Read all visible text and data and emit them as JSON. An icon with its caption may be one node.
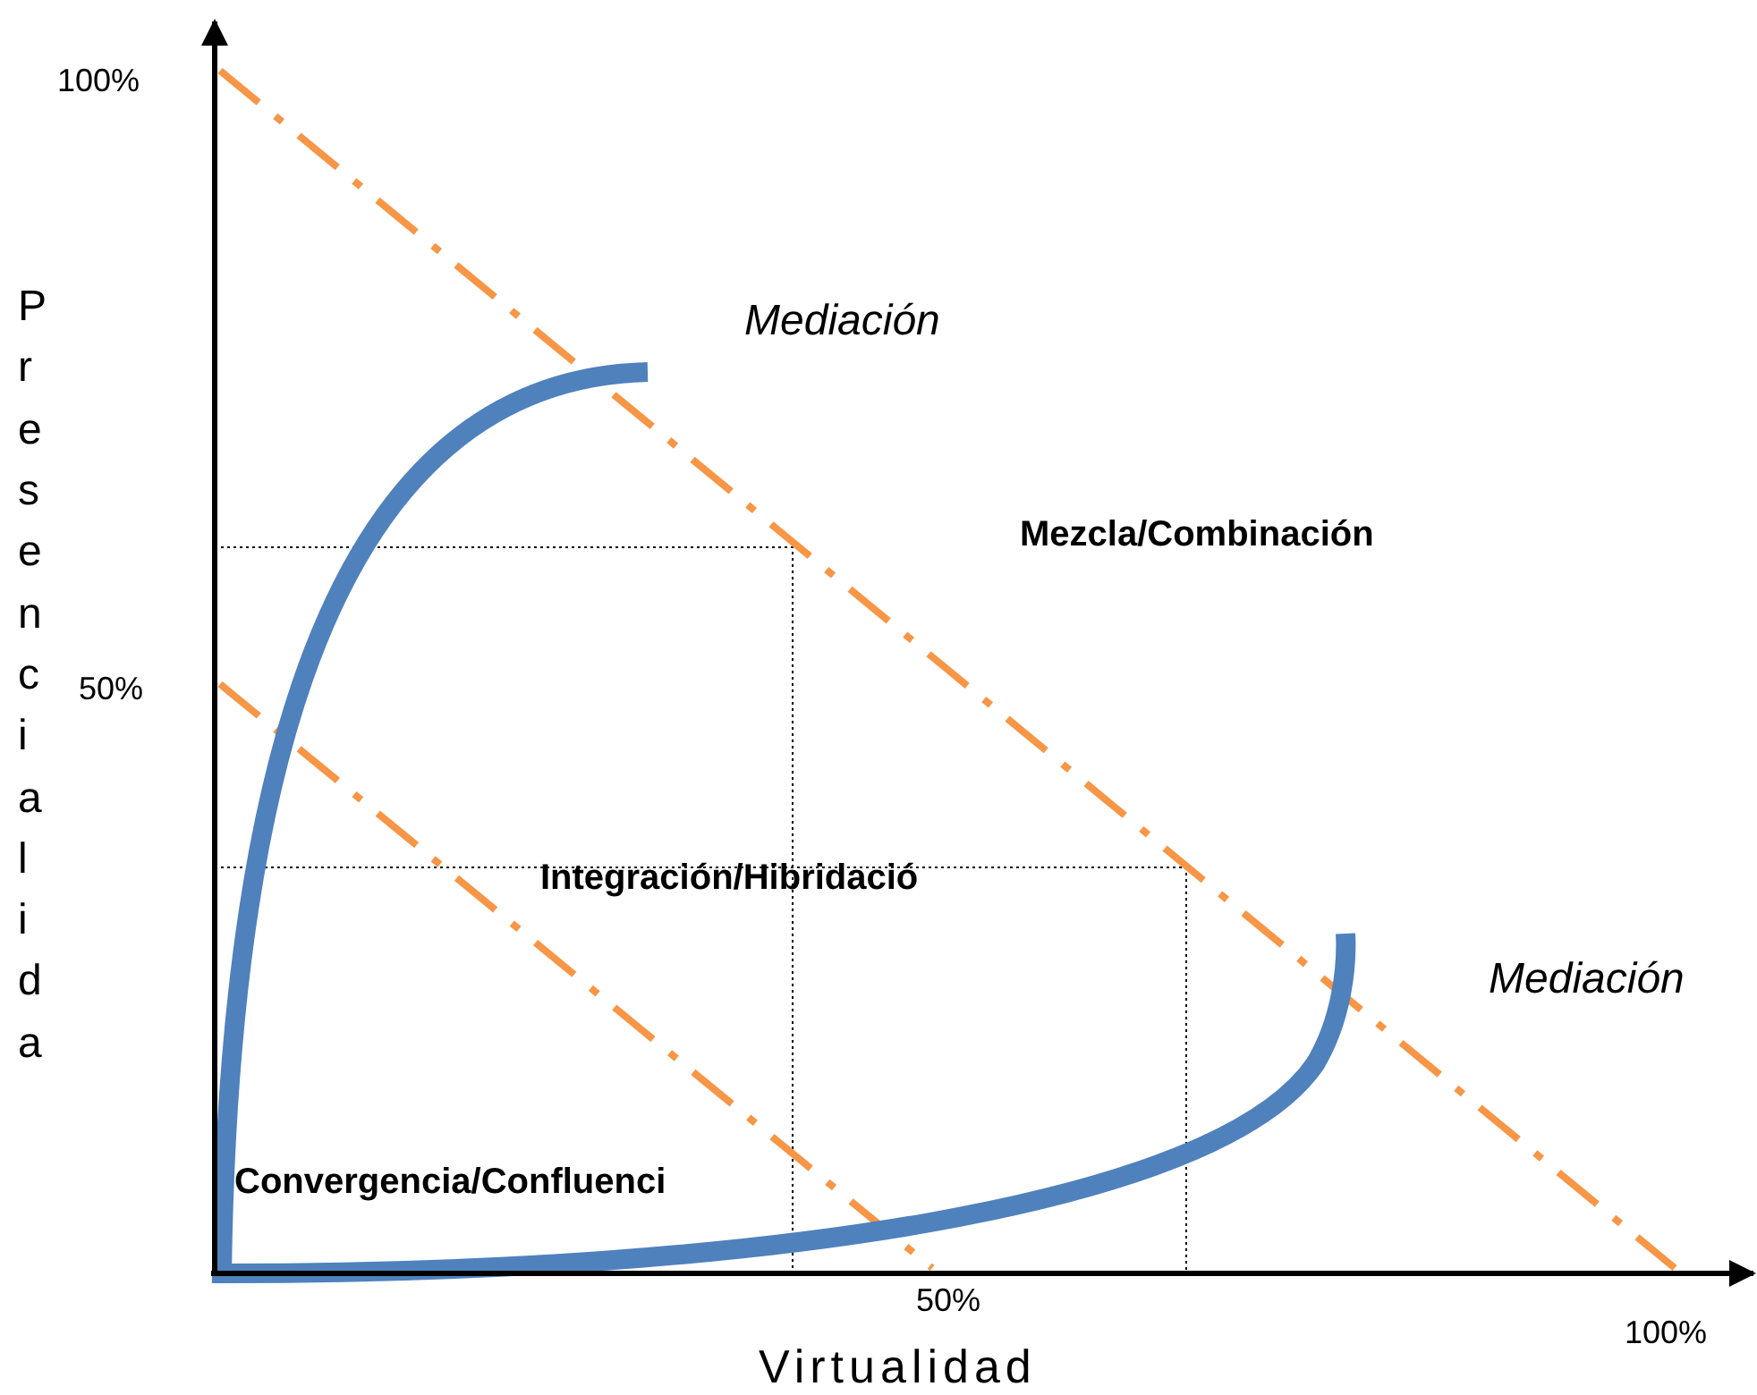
{
  "diagram": {
    "labels": [
      "100%",
      "Mediación",
      "Mezcla/Combinación",
      "50%",
      "Integración/Hibridació",
      "Mediación",
      "Convergencia/Confluenci",
      "50%",
      "100%",
      "Virtualidad",
      "Presencialida"
    ]
  }
}
